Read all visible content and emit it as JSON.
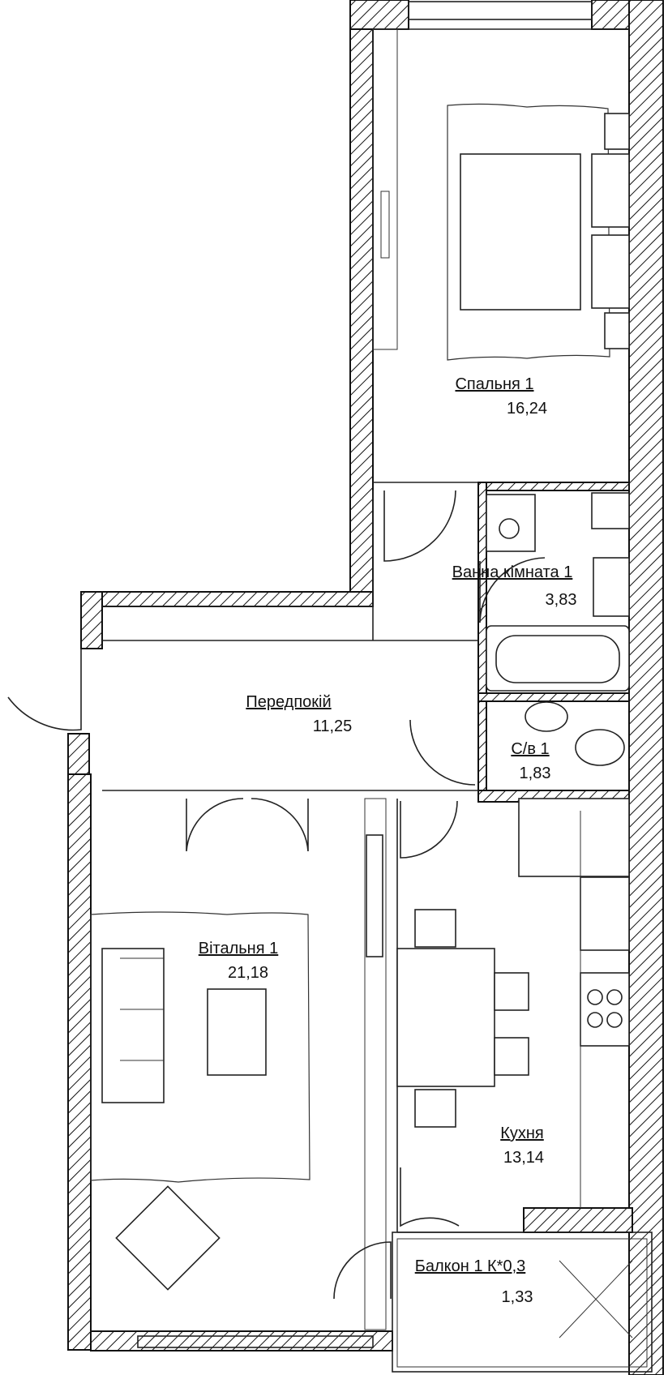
{
  "rooms": {
    "bedroom": {
      "name": "Спальня 1",
      "area": "16,24"
    },
    "bathroom": {
      "name": "Ванна кімната 1",
      "area": "3,83"
    },
    "hallway": {
      "name": "Передпокій",
      "area": "11,25"
    },
    "wc": {
      "name": "С/в 1",
      "area": "1,83"
    },
    "living": {
      "name": "Вітальня 1",
      "area": "21,18"
    },
    "kitchen": {
      "name": "Кухня",
      "area": "13,14"
    },
    "balcony": {
      "name": "Балкон 1 К*0,3",
      "area": "1,33"
    }
  },
  "colors": {
    "line": "#222222",
    "hatch": "#111111",
    "background": "#ffffff"
  }
}
